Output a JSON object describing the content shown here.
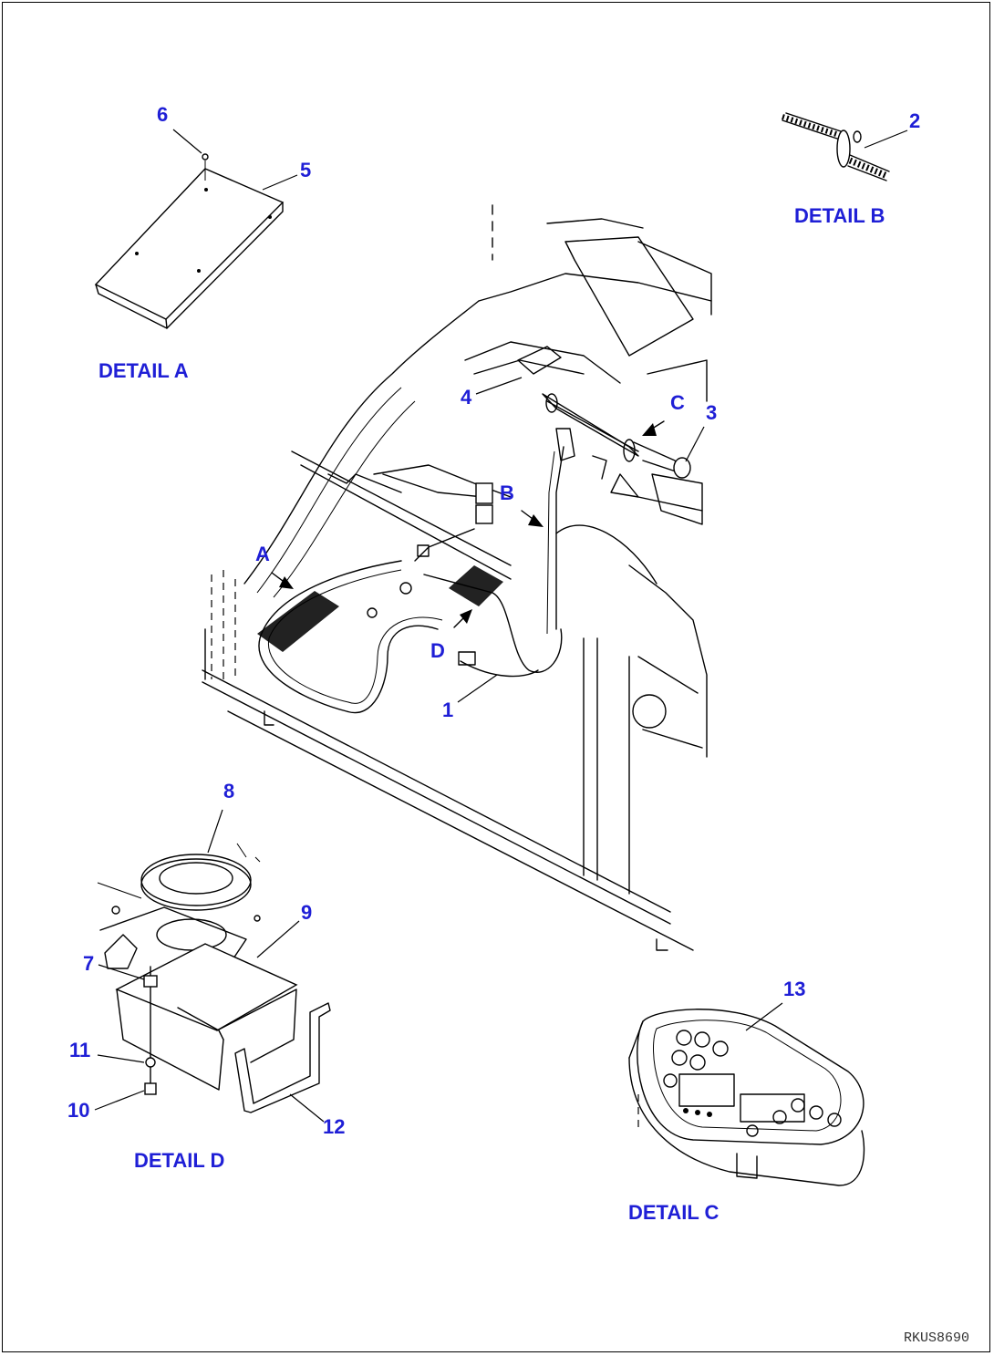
{
  "details": {
    "a": "DETAIL A",
    "b": "DETAIL B",
    "c": "DETAIL C",
    "d": "DETAIL D"
  },
  "view_letters": {
    "a": "A",
    "b": "B",
    "c": "C",
    "d": "D"
  },
  "part_numbers": {
    "p1": "1",
    "p2": "2",
    "p3": "3",
    "p4": "4",
    "p5": "5",
    "p6": "6",
    "p7": "7",
    "p8": "8",
    "p9": "9",
    "p10": "10",
    "p11": "11",
    "p12": "12",
    "p13": "13"
  },
  "drawing_code": "RKUS8690",
  "colors": {
    "label_blue": "#1f1fd6",
    "line": "#000000"
  }
}
